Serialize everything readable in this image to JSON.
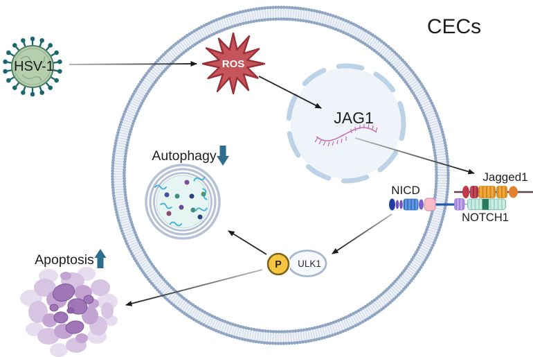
{
  "labels": {
    "virus": "HSV-1",
    "ros": "ROS",
    "cell": "CECs",
    "gene": "JAG1",
    "ligand": "Jagged1",
    "nicd": "NICD",
    "receptor": "NOTCH1",
    "phospho": "P",
    "kinase": "ULK1",
    "autophagy": "Autophagy",
    "apoptosis": "Apoptosis"
  },
  "indicators": {
    "autophagy_trend": "decrease",
    "apoptosis_trend": "increase"
  },
  "pathway": {
    "arrows": [
      {
        "from": "HSV-1",
        "to": "ROS"
      },
      {
        "from": "ROS",
        "to": "JAG1"
      },
      {
        "from": "JAG1 mRNA",
        "to": "Jagged1"
      },
      {
        "from": "NICD",
        "to": "P-ULK1"
      },
      {
        "from": "P-ULK1",
        "to": "autophagosome"
      },
      {
        "from": "P-ULK1",
        "to": "apoptotic-cell"
      }
    ]
  },
  "colors": {
    "virus_body": "#b5cead",
    "virus_spikes": "#17696d",
    "ros_fill": "#c6555b",
    "ros_outline": "#9b3038",
    "membrane_dots": "#8fa5c2",
    "nucleus_fill": "#eff4fb",
    "nucleus_border": "#bcd2e6",
    "mrna_pink": "#c468b4",
    "jagged1_orange": "#f2a93b",
    "jagged1_red": "#c23a4a",
    "notch1_mint": "#cdece4",
    "notch1_dark_segment": "#2b7c5e",
    "nicd_blue": "#5e97dd",
    "nicd_pink": "#f7bcc8",
    "phospho_yellow": "#f6c642",
    "trend_arrow": "#2e6d8e",
    "autophagosome_ring": "#b6c1d6",
    "autophagosome_lumen": "#e7f5f2",
    "apoptosis_purple": "#a176b8",
    "arrow_black": "#1f1f1f"
  }
}
